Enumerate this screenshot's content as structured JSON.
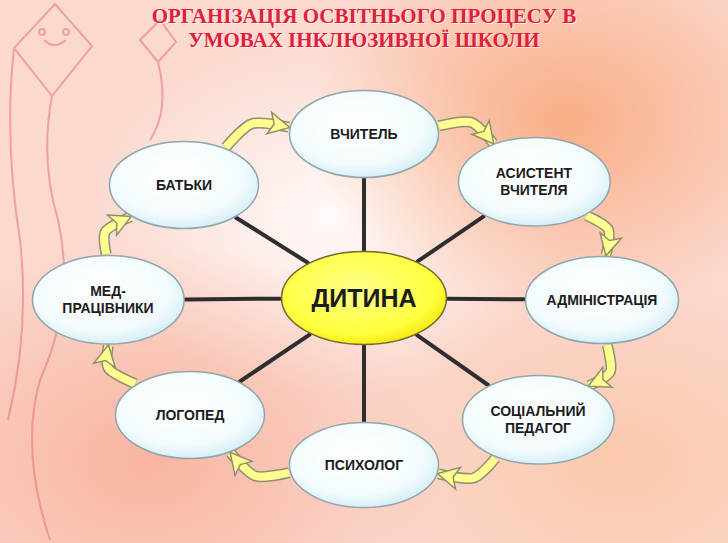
{
  "diagram": {
    "title": "ОРГАНІЗАЦІЯ ОСВІТНЬОГО ПРОЦЕСУ В УМОВАХ ІНКЛЮЗИВНОЇ ШКОЛИ",
    "nodes": [
      {
        "text": [
          "ВЧИТЕЛЬ"
        ]
      },
      {
        "text": [
          "АСИСТЕНТ ВЧИТЕЛЯ"
        ]
      },
      {
        "text": [
          "АДМІНІСТРАЦІЯ"
        ]
      },
      {
        "text": [
          "СОЦІАЛЬНИЙ ПЕДАГОГ"
        ]
      },
      {
        "text": [
          "ПСИХОЛОГ"
        ]
      },
      {
        "text": [
          "ЛОГОПЕД"
        ]
      },
      {
        "text": [
          "МЕД- ПРАЦІВНИКИ"
        ]
      },
      {
        "text": [
          "БАТЬКИ"
        ]
      },
      {
        "text": [
          "ДИТИНА"
        ]
      }
    ],
    "edges": [
      {
        "from": 8,
        "to": 0,
        "arrow": "none"
      },
      {
        "from": 8,
        "to": 1,
        "arrow": "none"
      },
      {
        "from": 8,
        "to": 2,
        "arrow": "none"
      },
      {
        "from": 8,
        "to": 3,
        "arrow": "none"
      },
      {
        "from": 8,
        "to": 4,
        "arrow": "none"
      },
      {
        "from": 8,
        "to": 5,
        "arrow": "none"
      },
      {
        "from": 8,
        "to": 6,
        "arrow": "none"
      },
      {
        "from": 8,
        "to": 7,
        "arrow": "none"
      },
      {
        "from": 7,
        "to": 0,
        "arrow": "to"
      },
      {
        "from": 0,
        "to": 1,
        "arrow": "to"
      },
      {
        "from": 1,
        "to": 2,
        "arrow": "to"
      },
      {
        "from": 2,
        "to": 3,
        "arrow": "to"
      },
      {
        "from": 3,
        "to": 4,
        "arrow": "to"
      },
      {
        "from": 4,
        "to": 5,
        "arrow": "to"
      },
      {
        "from": 5,
        "to": 6,
        "arrow": "to"
      },
      {
        "from": 6,
        "to": 7,
        "arrow": "to"
      }
    ]
  }
}
